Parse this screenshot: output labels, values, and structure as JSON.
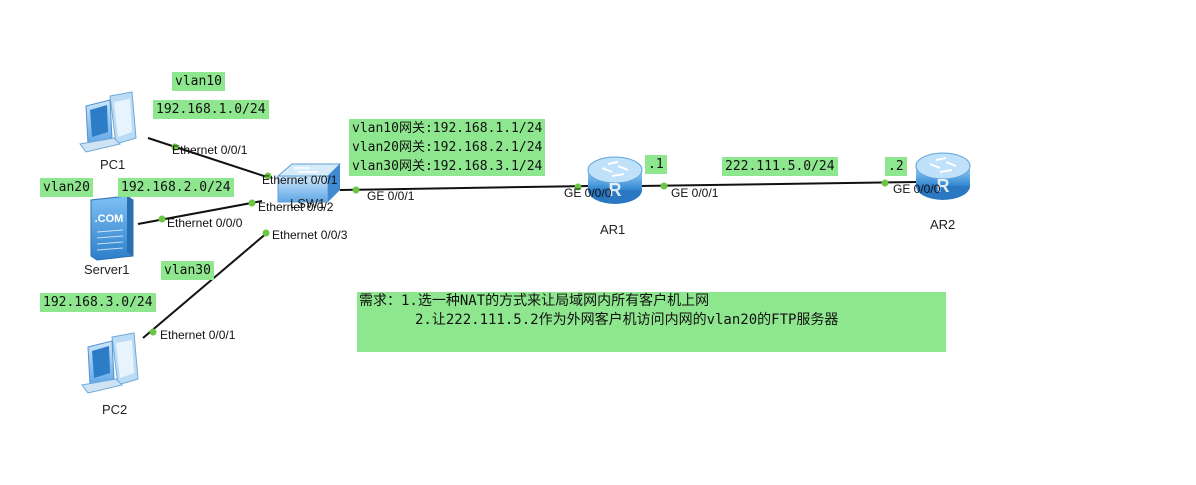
{
  "devices": {
    "pc1": "PC1",
    "pc2": "PC2",
    "server1": "Server1",
    "server_badge": ".COM",
    "switch": "LSW1",
    "ar1": "AR1",
    "ar2": "AR2"
  },
  "icons": {
    "pc": "desktop-computer-icon",
    "server": "web-server-icon",
    "switch": "ethernet-switch-icon",
    "router": "router-icon"
  },
  "labels": {
    "vlan10": "vlan10",
    "vlan10_net": "192.168.1.0/24",
    "vlan20": "vlan20",
    "vlan20_net": "192.168.2.0/24",
    "vlan30": "vlan30",
    "vlan30_net": "192.168.3.0/24",
    "gateways": [
      "vlan10网关:192.168.1.1/24",
      "vlan20网关:192.168.2.1/24",
      "vlan30网关:192.168.3.1/24"
    ],
    "ar1_host": ".1",
    "wan_net": "222.111.5.0/24",
    "ar2_host": ".2"
  },
  "ports": {
    "pc1": "Ethernet 0/0/1",
    "server1": "Ethernet 0/0/0",
    "pc2": "Ethernet 0/0/1",
    "sw_e1": "Ethernet 0/0/1",
    "sw_e2": "Ethernet 0/0/2",
    "sw_e3": "Ethernet 0/0/3",
    "sw_ge": "GE 0/0/1",
    "ar1_ge0": "GE 0/0/0",
    "ar1_ge1": "GE 0/0/1",
    "ar2_ge0": "GE 0/0/0"
  },
  "requirements": {
    "line1": "需求：1.选一种NAT的方式来让局域网内所有客户机上网",
    "line2": "2.让222.111.5.2作为外网客户机访问内网的vlan20的FTP服务器"
  },
  "colors": {
    "label_bg": "#8ee78e",
    "link": "#111111",
    "port_dot": "#6cc644",
    "device_blue": "#3a8fd9"
  }
}
